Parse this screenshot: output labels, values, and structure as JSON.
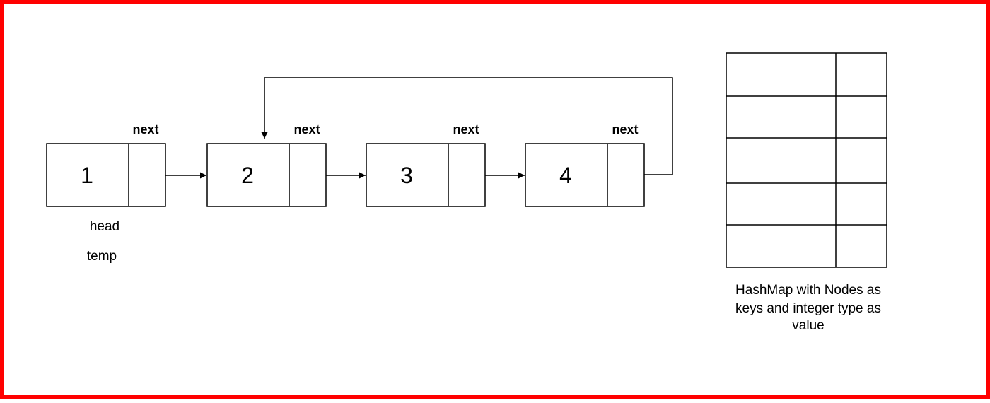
{
  "nodes": [
    {
      "value": "1",
      "next_label": "next"
    },
    {
      "value": "2",
      "next_label": "next"
    },
    {
      "value": "3",
      "next_label": "next"
    },
    {
      "value": "4",
      "next_label": "next"
    }
  ],
  "pointers": {
    "head": "head",
    "temp": "temp"
  },
  "hashmap": {
    "rows": 5,
    "caption_lines": [
      "HashMap with Nodes as",
      "keys and integer type as",
      "value"
    ]
  },
  "colors": {
    "border": "#ff0000",
    "stroke": "#000000",
    "background": "#ffffff"
  }
}
